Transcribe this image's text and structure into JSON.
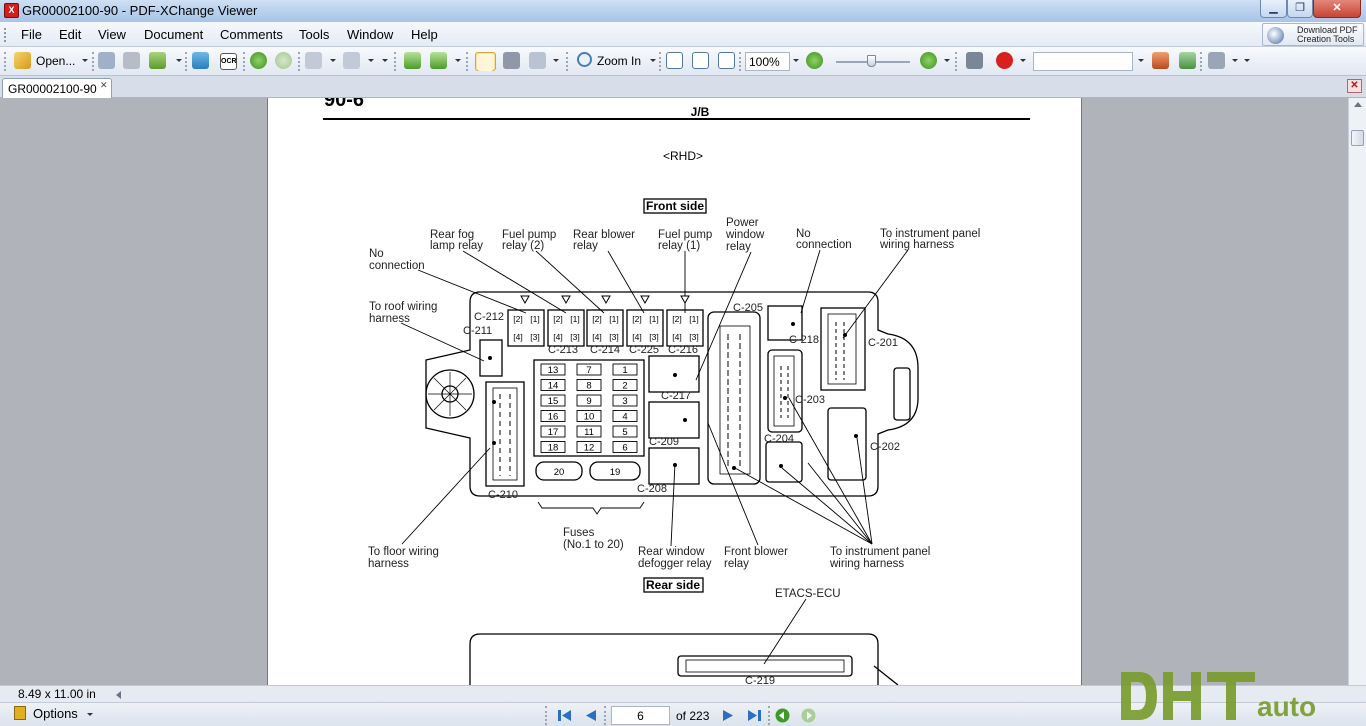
{
  "window": {
    "title": "GR00002100-90 - PDF-XChange Viewer",
    "minimize": "▁",
    "maximize": "❐",
    "close": "✕"
  },
  "menu": [
    "File",
    "Edit",
    "View",
    "Document",
    "Comments",
    "Tools",
    "Window",
    "Help"
  ],
  "download_pdf": {
    "line1": "Download PDF",
    "line2": "Creation Tools"
  },
  "toolbar": {
    "open_label": "Open...",
    "zoom_in_label": "Zoom In",
    "zoom_value": "100%",
    "search_value": ""
  },
  "tab": {
    "label": "GR00002100-90",
    "close": "✕"
  },
  "document": {
    "page_header": "90-6",
    "section": "J/B",
    "subtitle": "<RHD>",
    "front_side": "Front side",
    "rear_side": "Rear side",
    "labels": {
      "no_connection_left": [
        "No",
        "connection"
      ],
      "rear_fog": [
        "Rear fog",
        "lamp relay"
      ],
      "fuel_pump_2": [
        "Fuel pump",
        "relay (2)"
      ],
      "rear_blower": [
        "Rear blower",
        "relay"
      ],
      "fuel_pump_1": [
        "Fuel pump",
        "relay (1)"
      ],
      "power_window": [
        "Power",
        "window",
        "relay"
      ],
      "no_connection_right": [
        "No",
        "connection"
      ],
      "to_instrument_top": [
        "To instrument panel",
        "wiring harness"
      ],
      "to_roof": [
        "To roof wiring",
        "harness"
      ],
      "to_floor": [
        "To floor wiring",
        "harness"
      ],
      "fuses": [
        "Fuses",
        "(No.1 to 20)"
      ],
      "rear_window_defogger": [
        "Rear window",
        "defogger relay"
      ],
      "front_blower": [
        "Front blower",
        "relay"
      ],
      "to_instrument_bottom": [
        "To instrument panel",
        "wiring harness"
      ],
      "etacs": "ETACS-ECU"
    },
    "connectors": [
      "C-212",
      "C-211",
      "C-213",
      "C-214",
      "C-225",
      "C-216",
      "C-205",
      "C-218",
      "C-201",
      "C-217",
      "C-203",
      "C-209",
      "C-204",
      "C-202",
      "C-208",
      "C-210",
      "C-219"
    ],
    "fuse_numbers": [
      [
        "13",
        "7",
        "1"
      ],
      [
        "14",
        "8",
        "2"
      ],
      [
        "15",
        "9",
        "3"
      ],
      [
        "16",
        "10",
        "4"
      ],
      [
        "17",
        "11",
        "5"
      ],
      [
        "18",
        "12",
        "6"
      ]
    ],
    "fuse_wide": [
      "20",
      "19"
    ],
    "relay_pins": [
      "[2]",
      "[1]",
      "[4]",
      "[3]"
    ]
  },
  "status": {
    "page_size": "8.49 x 11.00 in",
    "options": "Options",
    "current_page": "6",
    "page_of": "of 223"
  },
  "watermark": "DHT auto"
}
